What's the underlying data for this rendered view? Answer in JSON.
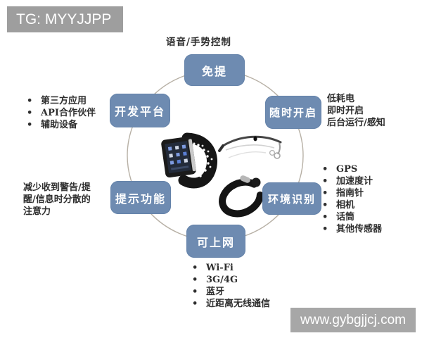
{
  "watermarks": {
    "top_left": "TG: MYYJJPP",
    "bottom_right": "www.gybgjjcj.com"
  },
  "diagram": {
    "top_note": "语音/手势控制",
    "nodes": [
      {
        "label": "免提"
      },
      {
        "label": "开发平台"
      },
      {
        "label": "随时开启"
      },
      {
        "label": "提示功能"
      },
      {
        "label": "环境识别"
      },
      {
        "label": "可上网"
      }
    ],
    "lists": {
      "dev_platform": [
        "第三方应用",
        "API合作伙伴",
        "辅助设备"
      ],
      "always_on": [
        "低耗电",
        "即时开启",
        "后台运行/感知"
      ],
      "notify": [
        "减少收到警告/提",
        "醒/信息时分散的",
        "注意力"
      ],
      "context": [
        "GPS",
        "加速度计",
        "指南针",
        "相机",
        "话筒",
        "其他传感器"
      ],
      "internet": [
        "Wi-Fi",
        "3G/4G",
        "蓝牙",
        "近距离无线通信"
      ]
    },
    "devices": [
      "smartwatch",
      "smart-glasses",
      "fitness-band"
    ],
    "colors": {
      "node_bg": "#6e8bb1",
      "node_text": "#ffffff",
      "circle_stroke": "#b7b0a5",
      "watermark_bg": "#9e9e9e",
      "text": "#2e2e2e"
    }
  }
}
